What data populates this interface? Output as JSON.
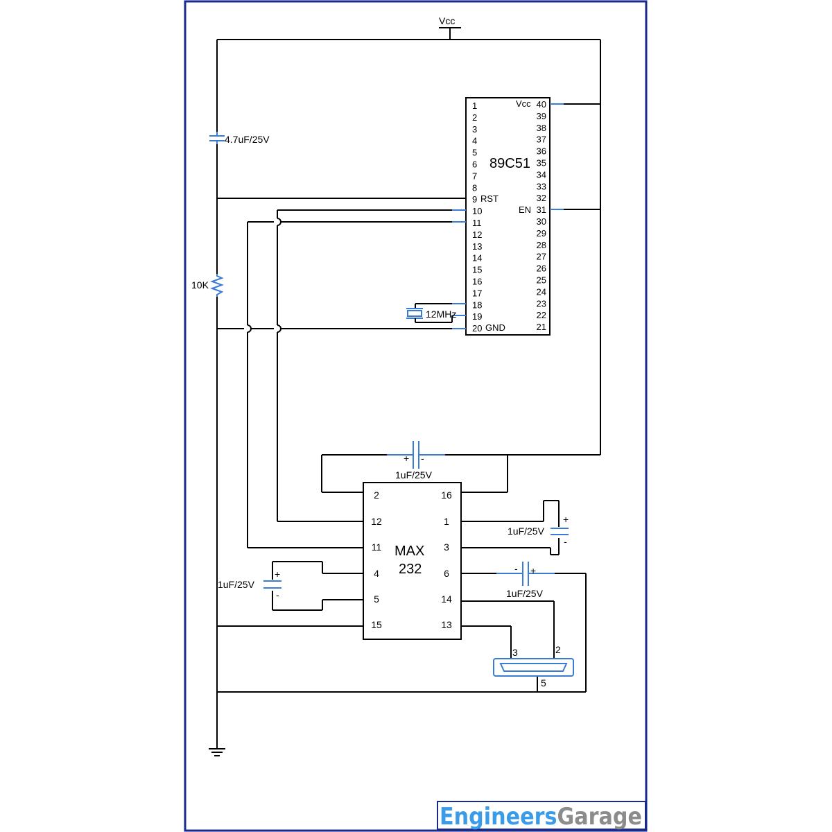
{
  "supply": {
    "vcc_label": "Vcc"
  },
  "components": {
    "c_reset": "4.7uF/25V",
    "r_reset": "10K",
    "crystal": "12MHz",
    "c_top": "1uF/25V",
    "c_right_upper": "1uF/25V",
    "c_left": "1uF/25V",
    "c_right_lower": "1uF/25V"
  },
  "mcu": {
    "name": "89C51",
    "vcc_label": "Vcc",
    "rst_label": "RST",
    "en_label": "EN",
    "gnd_label": "GND",
    "left_pins": [
      "1",
      "2",
      "3",
      "4",
      "5",
      "6",
      "7",
      "8",
      "9",
      "10",
      "11",
      "12",
      "13",
      "14",
      "15",
      "16",
      "17",
      "18",
      "19",
      "20"
    ],
    "right_pins": [
      "40",
      "39",
      "38",
      "37",
      "36",
      "35",
      "34",
      "33",
      "32",
      "31",
      "30",
      "29",
      "28",
      "27",
      "26",
      "25",
      "24",
      "23",
      "22",
      "21"
    ]
  },
  "max232": {
    "name_line1": "MAX",
    "name_line2": "232",
    "left_pins": [
      "2",
      "12",
      "11",
      "4",
      "5",
      "15"
    ],
    "right_pins": [
      "16",
      "1",
      "3",
      "6",
      "14",
      "13"
    ]
  },
  "connector": {
    "pins": [
      "3",
      "2",
      "5"
    ]
  },
  "polarity": {
    "plus": "+",
    "minus": "-"
  },
  "brand": {
    "part1": "Engineers",
    "part2": "Garage"
  }
}
